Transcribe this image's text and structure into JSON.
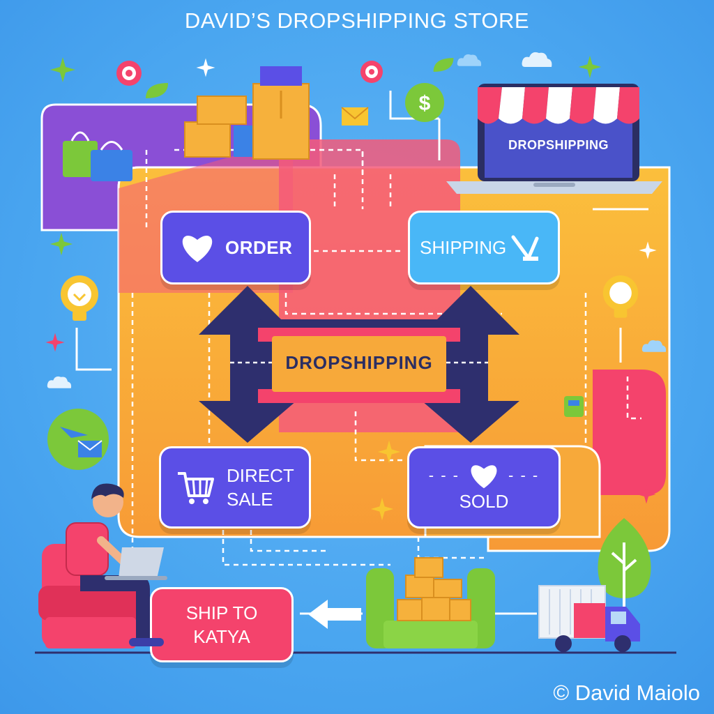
{
  "header": {
    "title": "DAVID’S DROPSHIPPING STORE"
  },
  "diagram": {
    "center_label": "DROPSHIPPING",
    "laptop_label": "DROPSHIPPING",
    "boxes": {
      "order": "ORDER",
      "shipping": "SHIPPING",
      "direct_sale_line1": "DIRECT",
      "direct_sale_line2": "SALE",
      "sold": "SOLD",
      "ship_to_line1": "SHIP TO",
      "ship_to_line2": "KATYA"
    }
  },
  "footer": {
    "credit": "© David Maiolo"
  },
  "colors": {
    "background": "#4aa6f0",
    "panel_orange": "#f7a93a",
    "panel_purple": "#8a4fd6",
    "panel_pink": "#f4436c",
    "box_purple": "#5b4fe6",
    "box_blue": "#49b7f7",
    "arrow_navy": "#2e2f6e",
    "accent_yellow": "#f8c531"
  },
  "icons": [
    "heart-icon",
    "checkmark-icon",
    "shopping-cart-icon",
    "dollar-icon",
    "lightbulb-icon",
    "sparkle-icon",
    "truck-icon",
    "package-icon",
    "shopping-bag-icon",
    "envelope-icon",
    "person-with-laptop"
  ]
}
